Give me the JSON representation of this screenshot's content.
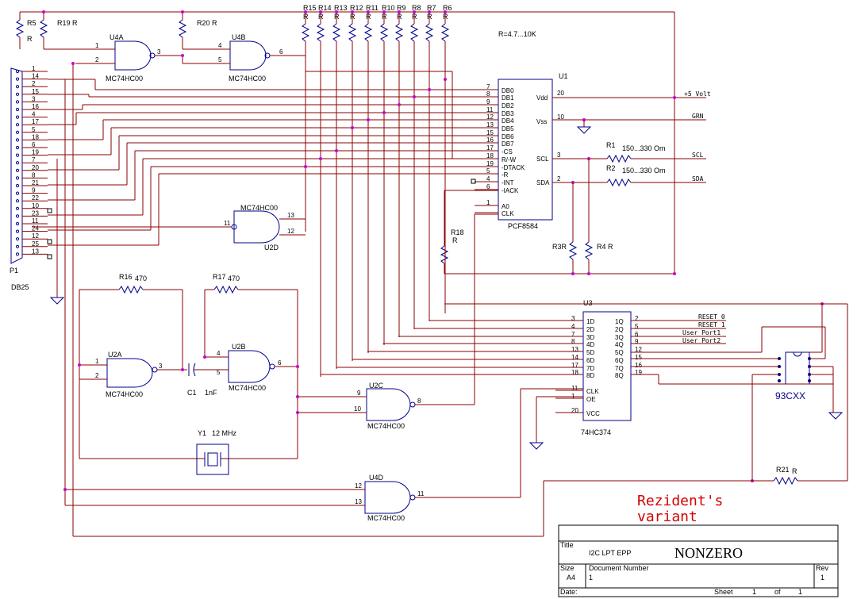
{
  "labels": {
    "r5": "R5",
    "r5v": "R",
    "r19": "R19 R",
    "r20": "R20 R",
    "u4a": "U4A",
    "u4b": "U4B",
    "u4a_p": "MC74HC00",
    "u4b_p": "MC74HC00",
    "rvalue": "R=4.7...10K",
    "r_tops": [
      "R15",
      "R14",
      "R13",
      "R12",
      "R11",
      "R10",
      "R9",
      "R8",
      "R7",
      "R6"
    ],
    "r_val": "R",
    "u1": "U1",
    "u1_pins_left": [
      "DB0",
      "DB1",
      "DB2",
      "DB3",
      "DB4",
      "DB5",
      "DB6",
      "DB7",
      "-CS",
      "R/-W",
      "-DTACK",
      "-R",
      "-INT",
      "-IACK",
      "A0",
      "CLK"
    ],
    "u1_pinnums_left": [
      "7",
      "8",
      "9",
      "11",
      "12",
      "13",
      "15",
      "16",
      "17",
      "18",
      "19",
      "5",
      "4",
      "6",
      "1"
    ],
    "u1_right": [
      "Vdd",
      "Vss",
      "SCL",
      "SDA"
    ],
    "u1_rnums": [
      "20",
      "10",
      "3",
      "2"
    ],
    "u1_part": "PCF8584",
    "plus5": "+5 Volt",
    "grn": "GRN",
    "scl": "SCL",
    "sda": "SDA",
    "r1": "R1",
    "r1v": "150...330 Om",
    "r2": "R2",
    "r2v": "150...330 Om",
    "p1": "P1",
    "db25": "DB25",
    "db25_pins": [
      "1",
      "14",
      "2",
      "15",
      "3",
      "16",
      "4",
      "17",
      "5",
      "18",
      "6",
      "19",
      "7",
      "20",
      "8",
      "21",
      "9",
      "22",
      "10",
      "23",
      "11",
      "24",
      "12",
      "25",
      "13"
    ],
    "u2d_p": "MC74HC00",
    "u2d": "U2D",
    "r18": "R18",
    "r18v": "R",
    "r3": "R3R",
    "r4": "R4 R",
    "r16": "R16",
    "r16v": "470",
    "r17": "R17",
    "r17v": "470",
    "u2a": "U2A",
    "u2a_p": "MC74HC00",
    "u2b": "U2B",
    "u2b_p": "MC74HC00",
    "c1": "C1",
    "c1v": "1nF",
    "u2c": "U2C",
    "u2c_p": "MC74HC00",
    "y1": "Y1",
    "y1v": "12 MHz",
    "u3": "U3",
    "u3_left": [
      "1D",
      "2D",
      "3D",
      "4D",
      "5D",
      "6D",
      "7D",
      "8D",
      "CLK",
      "OE",
      "VCC"
    ],
    "u3_lnums": [
      "3",
      "4",
      "7",
      "8",
      "13",
      "14",
      "17",
      "18",
      "11",
      "1",
      "20"
    ],
    "u3_right": [
      "1Q",
      "2Q",
      "3Q",
      "4Q",
      "5Q",
      "6Q",
      "7Q",
      "8Q"
    ],
    "u3_rnums": [
      "2",
      "5",
      "6",
      "9",
      "12",
      "15",
      "16",
      "19"
    ],
    "u3_part": "74HC374",
    "reset0": "RESET 0",
    "reset1": "RESET 1",
    "uport1": "User Port1",
    "uport2": "User Port2",
    "chip93": "93CXX",
    "r21": "R21",
    "r21v": "R",
    "u4d": "U4D",
    "u4d_p": "MC74HC00",
    "note1": "Rezident's",
    "note2": "variant"
  },
  "title_block": {
    "title_label": "Title",
    "title_text": "I2C  LPT EPP",
    "title_name": "NONZERO",
    "size_label": "Size",
    "size_value": "A4",
    "docnum_label": "Document Number",
    "docnum_value": "1",
    "rev_label": "Rev",
    "rev_value": "1",
    "date_label": "Date:",
    "sheet_label": "Sheet",
    "sheet_value": "1",
    "of_label": "of",
    "of_value": "1"
  },
  "colors": {
    "wire": "#8b0000",
    "part": "#00008b",
    "junction": "#cc00cc",
    "note": "#d40000"
  }
}
